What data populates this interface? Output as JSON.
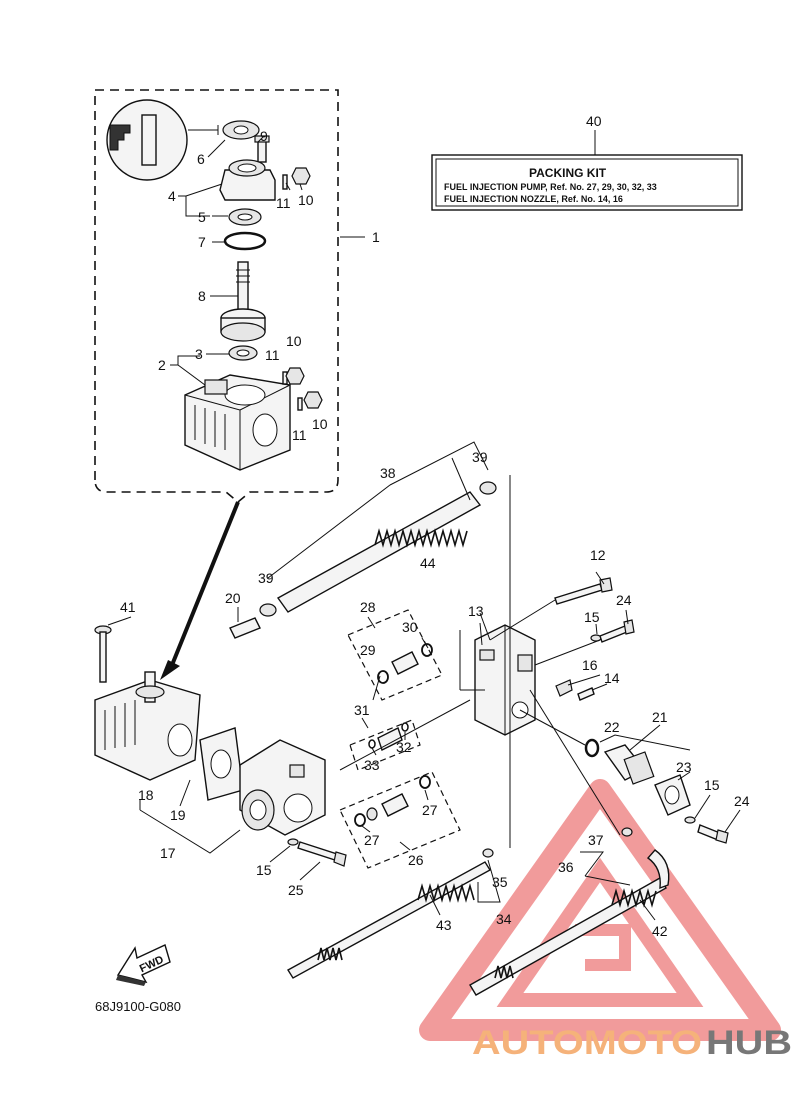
{
  "diagram": {
    "part_code": "68J9100-G080",
    "fwd_label": "FWD",
    "packing_kit": {
      "ref_number": "40",
      "title": "PACKING KIT",
      "lines": [
        "FUEL INJECTION PUMP,  Ref. No. 27, 29, 30, 32, 33",
        "FUEL INJECTION NOZZLE,  Ref. No. 14, 16"
      ]
    },
    "callouts": {
      "c1": "1",
      "c2": "2",
      "c3": "3",
      "c4": "4",
      "c5": "5",
      "c6": "6",
      "c7": "7",
      "c8": "8",
      "c9": "9",
      "c10a": "10",
      "c10b": "10",
      "c10c": "10",
      "c11a": "11",
      "c11b": "11",
      "c11c": "11",
      "c12": "12",
      "c13": "13",
      "c14": "14",
      "c15a": "15",
      "c15b": "15",
      "c15c": "15",
      "c16": "16",
      "c17": "17",
      "c18": "18",
      "c19": "19",
      "c20": "20",
      "c21": "21",
      "c22": "22",
      "c23": "23",
      "c24a": "24",
      "c24b": "24",
      "c25": "25",
      "c26": "26",
      "c27a": "27",
      "c27b": "27",
      "c28": "28",
      "c29": "29",
      "c30": "30",
      "c31": "31",
      "c32": "32",
      "c33": "33",
      "c34": "34",
      "c35": "35",
      "c36": "36",
      "c37": "37",
      "c38": "38",
      "c39a": "39",
      "c39b": "39",
      "c41": "41",
      "c42": "42",
      "c43": "43",
      "c44": "44"
    }
  },
  "watermark": {
    "part1": "AUTOMOTO",
    "part2": "HUB",
    "color_orange": "#f5b27a",
    "color_red": "#ef8a8a",
    "color_gray": "#777777"
  }
}
